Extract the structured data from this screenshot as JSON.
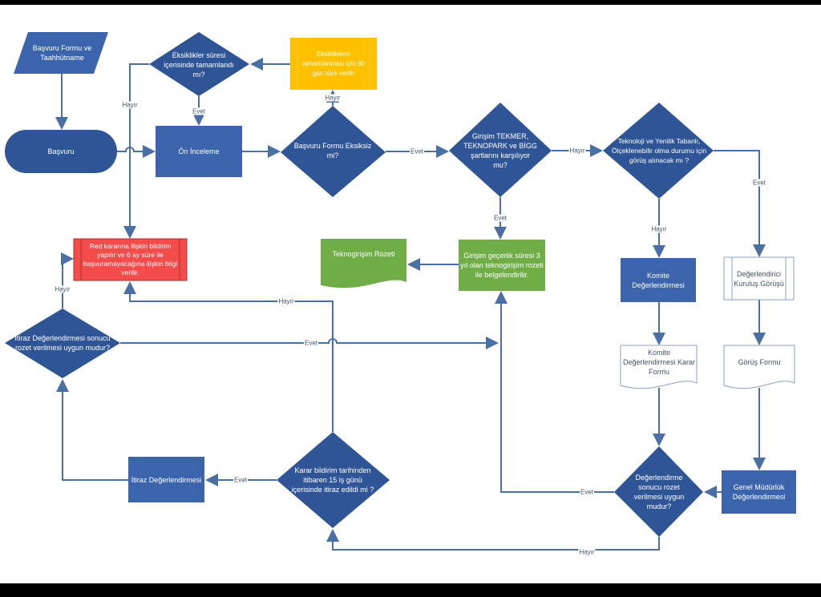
{
  "colors": {
    "blue": "#3b64ad",
    "diamond": "#2f5597",
    "yellow": "#ffc000",
    "green": "#70ad47",
    "red": "#f44b4b",
    "line": "#4a6fa5"
  },
  "nodes": {
    "form": "Başvuru Formu ve Taahhütname",
    "basvuru": "Başvuru",
    "on_inceleme": "Ön İnceleme",
    "eksiklikler": "Eksiklikler süresi içerisinde tamamlandı mı?",
    "sure": "Eksikliklerin tamamlanması için 90 gün süre verilir",
    "eksiksiz": "Başvuru Formu Eksiksiz mi?",
    "tekmer": "Girişim TEKMER, TEKNOPARK ve BİGG şartlarını karşılıyor mu?",
    "teknoloji": "Teknoloji ve Yenilik Tabanlı, Ölçeklenebilir olma durumu için görüş alınacak mı ?",
    "gecerlik": "Girişim geçerlik süresi 3 yıl olan teknogirişim rozeti ile belgelendirilir.",
    "rozet": "Teknogirişim Rozeti",
    "red": "Red kararına ilişkin bildirim yapılır ve 6 ay süre ile başvuramayacağına ilişkin bilgi verilir.",
    "komite": "Komite Değerlendirmesi",
    "kurulus": "Değerlendirici Kuruluş Görüşü",
    "karar_formu": "Komite Değerlendirmesi Karar Formu",
    "gorus_formu": "Görüş Formu",
    "degerlendirme": "Değerlendirme sonucu rozet verilmesi uygun mudur?",
    "genel": "Genel Müdürlük Değerlendirmesi",
    "itiraz_soru": "Karar bildirim tarihinden itibaren 15 iş günü içerisinde itiraz edildi mi ?",
    "itiraz": "İtiraz Değerlendirmesi",
    "itiraz_sonuc": "İtiraz Değerlendirmesi sonucu rozet verilmesi uygun mudur?"
  },
  "edges": {
    "yes": "Evet",
    "no": "Hayır"
  }
}
